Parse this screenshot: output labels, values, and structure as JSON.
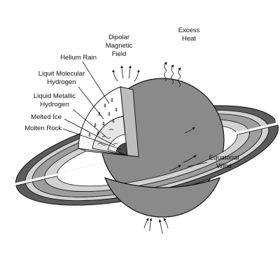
{
  "labels": {
    "magnetic_1": "Dipolar",
    "magnetic_2": "Magnetic",
    "magnetic_3": "Field",
    "heat_1": "Excess",
    "heat_2": "Heat",
    "helium": "Helium Rain",
    "liq_molecular_1": "Liquit Molecular",
    "liq_molecular_2": "Hydrogen",
    "liq_metallic_1": "Liquid Metallic",
    "liq_metallic_2": "Hydrogen",
    "ice": "Melted Ice",
    "rock": "Molten Rock",
    "wind_1": "Equatorial",
    "wind_2": "Wind"
  },
  "colors": {
    "ink": "#111111",
    "planet": "#8a8a8a",
    "ring_dark": "#5c5c5c",
    "ring_mid": "#9e9e9e",
    "ring_light": "#d2d2d2",
    "layer_white": "#ffffff",
    "layer_light": "#e6e6e6",
    "core": "#4a4a4a"
  }
}
